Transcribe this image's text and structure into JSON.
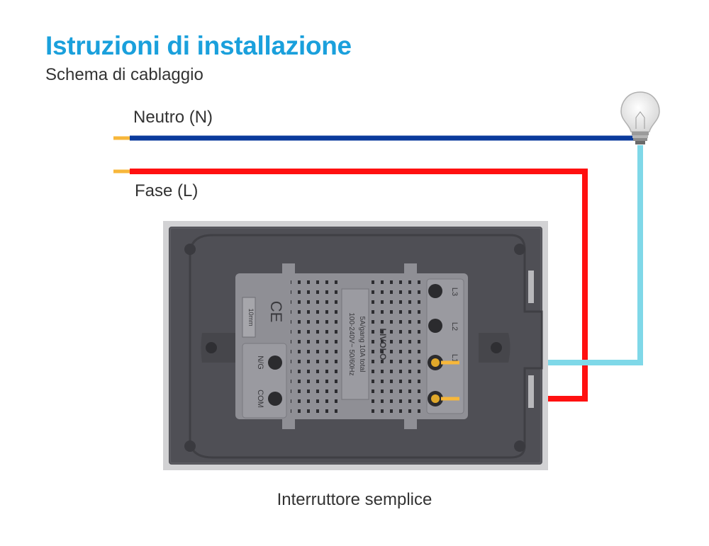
{
  "header": {
    "title": "Istruzioni di installazione",
    "subtitle": "Schema di cablaggio"
  },
  "wires": {
    "neutral_label": "Neutro (N)",
    "phase_label": "Fase (L)",
    "neutral_color": "#0a3a9c",
    "phase_color": "#ff1010",
    "load_color": "#7fd8e8",
    "tip_color": "#f7b73a"
  },
  "device": {
    "panel_color": "#4f4f55",
    "module_color": "#8f8f95",
    "terminal_labels": [
      "L3",
      "L2",
      "L1",
      "N/G",
      "COM"
    ],
    "rating_line1": "100-240V~ 50/60Hz",
    "rating_line2": "5A/gang 10A total",
    "brand": "LIVOLO",
    "ce_mark": "CE",
    "strip_label": "10mm"
  },
  "caption": "Interruttore semplice"
}
